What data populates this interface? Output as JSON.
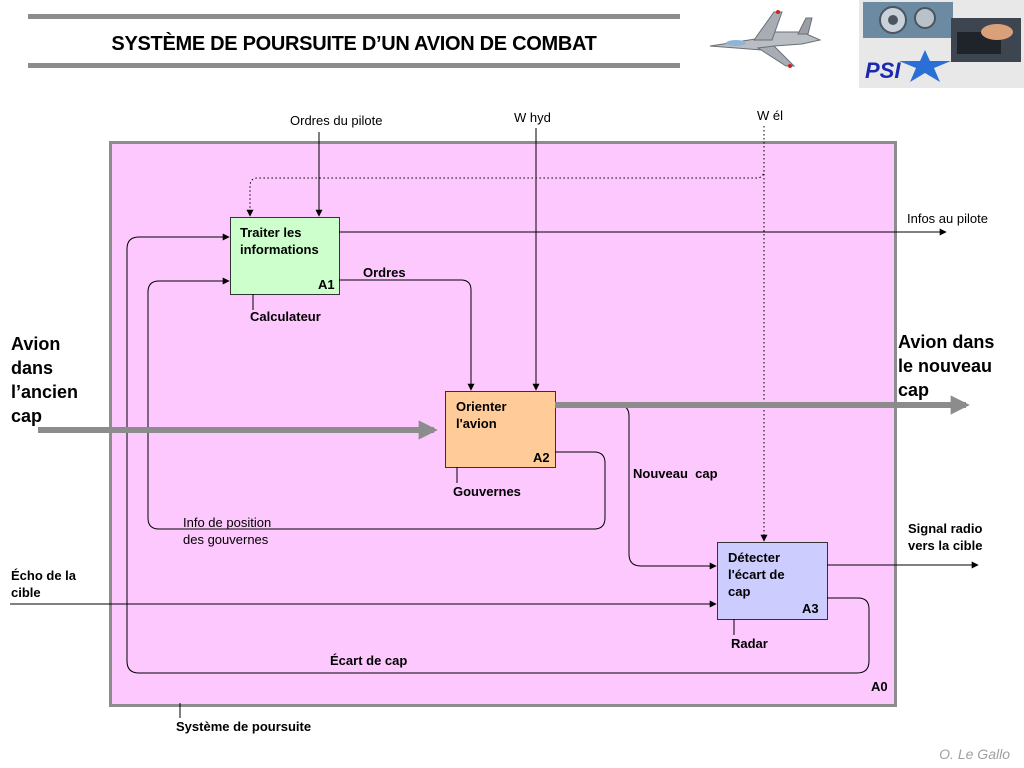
{
  "title": "SYSTÈME DE POURSUITE D’UN AVION DE COMBAT",
  "logo": {
    "text": "PSI"
  },
  "credit": "O. Le Gallo",
  "colors": {
    "system_bg": "#fdc8fd",
    "a1": "#ccffcc",
    "a2": "#ffcc99",
    "a3": "#ccccff",
    "flow_gray": "#8c8c8c"
  },
  "system": {
    "id": "A0",
    "mechanism": "Système de poursuite"
  },
  "activities": {
    "a1": {
      "lines": [
        "Traiter les",
        "informations"
      ],
      "id": "A1",
      "mechanism": "Calculateur"
    },
    "a2": {
      "lines": [
        "Orienter",
        "l'avion"
      ],
      "id": "A2",
      "mechanism": "Gouvernes"
    },
    "a3": {
      "lines": [
        "Détecter",
        "l'écart de",
        "cap"
      ],
      "id": "A3",
      "mechanism": "Radar"
    }
  },
  "controls": {
    "ordres_pilote": "Ordres du pilote",
    "w_hyd": "W hyd",
    "w_el": "W él"
  },
  "inputs": {
    "avion_ancien": [
      "Avion",
      "dans",
      "l’ancien",
      "cap"
    ],
    "echo": [
      "Écho de la",
      "cible"
    ]
  },
  "outputs": {
    "infos_pilote": "Infos au pilote",
    "avion_nouveau": [
      "Avion dans",
      "le nouveau",
      "cap"
    ],
    "signal_radio": [
      "Signal radio",
      "vers la cible"
    ]
  },
  "internal": {
    "ordres": "Ordres",
    "nouveau_cap": "Nouveau  cap",
    "info_position": [
      "Info de position",
      "des gouvernes"
    ],
    "ecart_cap": "Écart de cap"
  }
}
